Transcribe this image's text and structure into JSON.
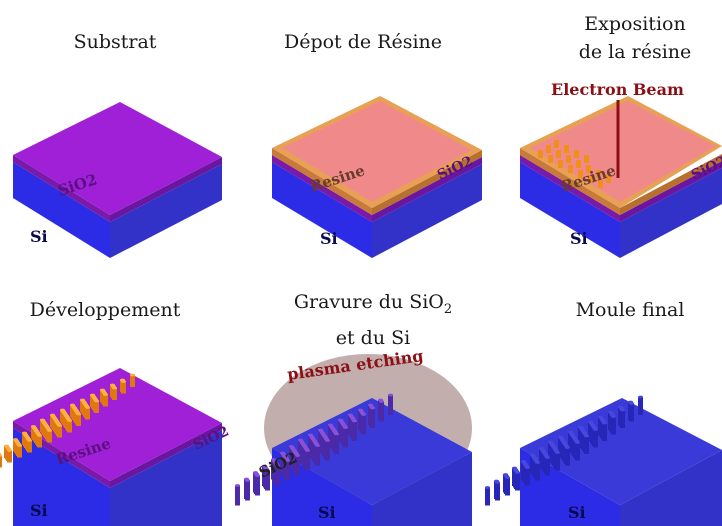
{
  "panels": [
    {
      "id": "substrat",
      "caption_lines": [
        "Substrat"
      ]
    },
    {
      "id": "depot",
      "caption_lines": [
        "Dépot de Résine"
      ]
    },
    {
      "id": "exposition",
      "caption_lines": [
        "Exposition",
        "de la résine"
      ]
    },
    {
      "id": "developpement",
      "caption_lines": [
        "Développement"
      ]
    },
    {
      "id": "gravure",
      "caption_lines": [
        "Gravure du SiO",
        "et du Si"
      ],
      "subscript": "2"
    },
    {
      "id": "moule",
      "caption_lines": [
        "Moule final"
      ]
    }
  ],
  "labels": {
    "si": "Si",
    "sio2": "SiO2",
    "resine": "Resine",
    "electron_beam": "Electron Beam",
    "plasma_etching": "plasma etching"
  },
  "colors": {
    "si_top": "#3f3fe0",
    "si_front": "#2c2ce6",
    "si_side": "#1f1fa8",
    "sio2_top": "#a020d8",
    "sio2_front": "#7a1aa8",
    "resine_top": "#f08a8a",
    "resine_edge": "#e8a055",
    "pillar_resine": "#f0901a",
    "plasma": "#b8a0a0",
    "label_si": "#0a0a50",
    "accent_red": "#8b0f14"
  }
}
